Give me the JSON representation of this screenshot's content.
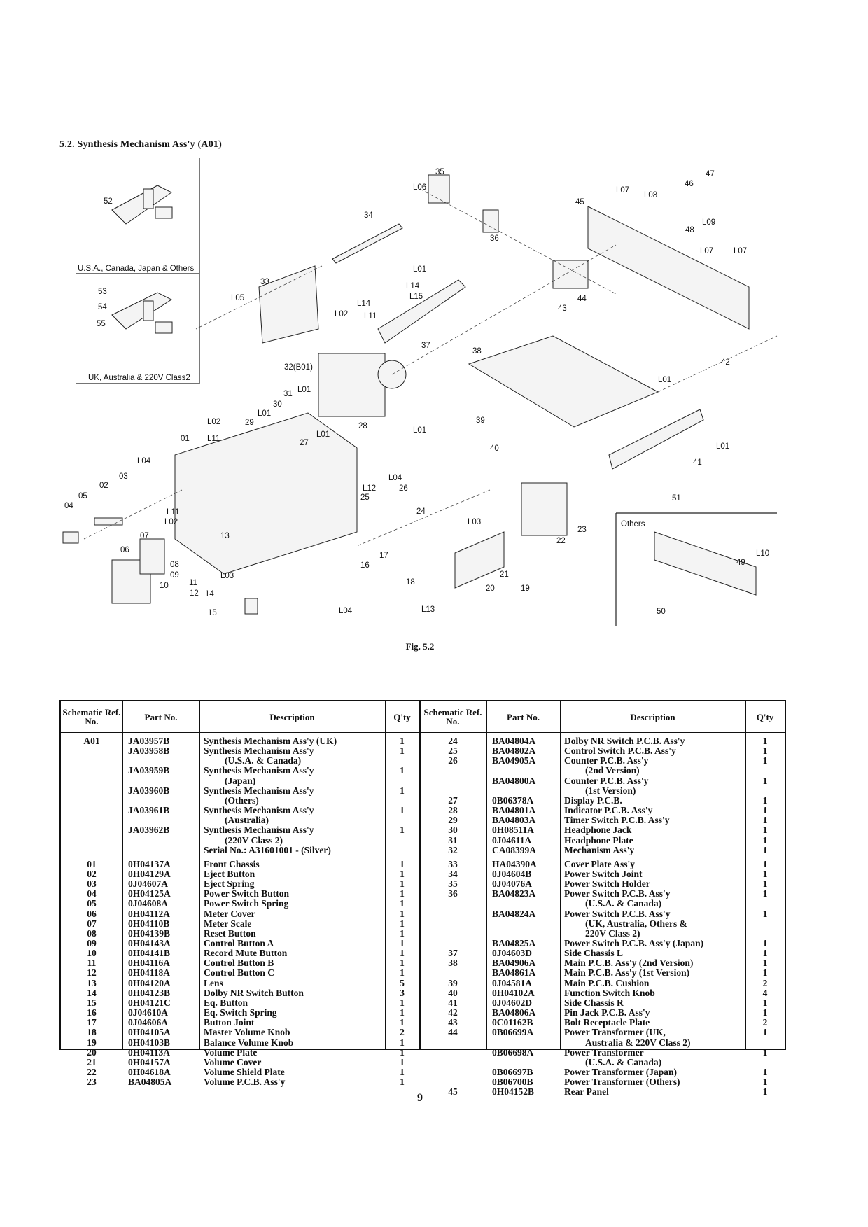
{
  "section_title": "5.2. Synthesis Mechanism Ass'y (A01)",
  "figure": {
    "caption": "Fig. 5.2",
    "inset_labels": [
      "U.S.A., Canada, Japan & Others",
      "UK, Australia & 220V Class2",
      "Others"
    ],
    "callouts": [
      "52",
      "53",
      "54",
      "55",
      "35",
      "L06",
      "34",
      "36",
      "47",
      "46",
      "L07",
      "L08",
      "45",
      "L09",
      "48",
      "L07",
      "L07",
      "33",
      "L05",
      "L01",
      "L14",
      "L15",
      "L14",
      "L02",
      "L11",
      "43",
      "44",
      "37",
      "38",
      "42",
      "32(B01)",
      "L01",
      "L01",
      "31",
      "30",
      "L01",
      "L02",
      "29",
      "28",
      "01",
      "L11",
      "L01",
      "27",
      "39",
      "L01",
      "40",
      "L04",
      "41",
      "L01",
      "03",
      "L04",
      "26",
      "L12",
      "25",
      "02",
      "05",
      "04",
      "51",
      "24",
      "L11",
      "L03",
      "23",
      "L02",
      "07",
      "13",
      "22",
      "06",
      "17",
      "16",
      "08",
      "09",
      "L03",
      "11",
      "10",
      "12",
      "14",
      "18",
      "21",
      "20",
      "19",
      "L04",
      "15",
      "L13",
      "49",
      "L10",
      "50"
    ]
  },
  "table": {
    "headers": {
      "ref": "Schematic Ref. No.",
      "part": "Part No.",
      "desc": "Description",
      "qty": "Q'ty"
    },
    "left": [
      {
        "ref": "A01",
        "part": "JA03957B",
        "desc": "Synthesis Mechanism Ass'y (UK)",
        "qty": "1"
      },
      {
        "ref": "",
        "part": "JA03958B",
        "desc": "Synthesis Mechanism Ass'y",
        "qty": "1"
      },
      {
        "ref": "",
        "part": "",
        "desc": "(U.S.A. & Canada)",
        "qty": "",
        "indent": true
      },
      {
        "ref": "",
        "part": "JA03959B",
        "desc": "Synthesis Mechanism Ass'y",
        "qty": "1"
      },
      {
        "ref": "",
        "part": "",
        "desc": "(Japan)",
        "qty": "",
        "indent": true
      },
      {
        "ref": "",
        "part": "JA03960B",
        "desc": "Synthesis Mechanism Ass'y",
        "qty": "1"
      },
      {
        "ref": "",
        "part": "",
        "desc": "(Others)",
        "qty": "",
        "indent": true
      },
      {
        "ref": "",
        "part": "JA03961B",
        "desc": "Synthesis Mechanism Ass'y",
        "qty": "1"
      },
      {
        "ref": "",
        "part": "",
        "desc": "(Australia)",
        "qty": "",
        "indent": true
      },
      {
        "ref": "",
        "part": "JA03962B",
        "desc": "Synthesis Mechanism Ass'y",
        "qty": "1"
      },
      {
        "ref": "",
        "part": "",
        "desc": "(220V Class 2)",
        "qty": "",
        "indent": true
      },
      {
        "ref": "",
        "part": "",
        "desc": "Serial No.: A31601001 - (Silver)",
        "qty": ""
      },
      {
        "ref": "01",
        "part": "0H04137A",
        "desc": "Front Chassis",
        "qty": "1"
      },
      {
        "ref": "02",
        "part": "0H04129A",
        "desc": "Eject Button",
        "qty": "1"
      },
      {
        "ref": "03",
        "part": "0J04607A",
        "desc": "Eject Spring",
        "qty": "1"
      },
      {
        "ref": "04",
        "part": "0H04125A",
        "desc": "Power Switch Button",
        "qty": "1"
      },
      {
        "ref": "05",
        "part": "0J04608A",
        "desc": "Power Switch Spring",
        "qty": "1"
      },
      {
        "ref": "06",
        "part": "0H04112A",
        "desc": "Meter Cover",
        "qty": "1"
      },
      {
        "ref": "07",
        "part": "0H04110B",
        "desc": "Meter Scale",
        "qty": "1"
      },
      {
        "ref": "08",
        "part": "0H04139B",
        "desc": "Reset Button",
        "qty": "1"
      },
      {
        "ref": "09",
        "part": "0H04143A",
        "desc": "Control Button A",
        "qty": "1"
      },
      {
        "ref": "10",
        "part": "0H04141B",
        "desc": "Record Mute Button",
        "qty": "1"
      },
      {
        "ref": "11",
        "part": "0H04116A",
        "desc": "Control Button B",
        "qty": "1"
      },
      {
        "ref": "12",
        "part": "0H04118A",
        "desc": "Control Button C",
        "qty": "1"
      },
      {
        "ref": "13",
        "part": "0H04120A",
        "desc": "Lens",
        "qty": "5"
      },
      {
        "ref": "14",
        "part": "0H04123B",
        "desc": "Dolby NR Switch Button",
        "qty": "3"
      },
      {
        "ref": "15",
        "part": "0H04121C",
        "desc": "Eq. Button",
        "qty": "1"
      },
      {
        "ref": "16",
        "part": "0J04610A",
        "desc": "Eq. Switch Spring",
        "qty": "1"
      },
      {
        "ref": "17",
        "part": "0J04606A",
        "desc": "Button Joint",
        "qty": "1"
      },
      {
        "ref": "18",
        "part": "0H04105A",
        "desc": "Master Volume Knob",
        "qty": "2"
      },
      {
        "ref": "19",
        "part": "0H04103B",
        "desc": "Balance Volume Knob",
        "qty": "1"
      },
      {
        "ref": "20",
        "part": "0H04113A",
        "desc": "Volume Plate",
        "qty": "1"
      },
      {
        "ref": "21",
        "part": "0H04157A",
        "desc": "Volume Cover",
        "qty": "1"
      },
      {
        "ref": "22",
        "part": "0H04618A",
        "desc": "Volume Shield Plate",
        "qty": "1"
      },
      {
        "ref": "23",
        "part": "BA04805A",
        "desc": "Volume P.C.B. Ass'y",
        "qty": "1"
      }
    ],
    "right": [
      {
        "ref": "24",
        "part": "BA04804A",
        "desc": "Dolby NR Switch P.C.B. Ass'y",
        "qty": "1"
      },
      {
        "ref": "25",
        "part": "BA04802A",
        "desc": "Control Switch P.C.B. Ass'y",
        "qty": "1"
      },
      {
        "ref": "26",
        "part": "BA04905A",
        "desc": "Counter P.C.B. Ass'y",
        "qty": "1"
      },
      {
        "ref": "",
        "part": "",
        "desc": "(2nd Version)",
        "qty": "",
        "indent": true
      },
      {
        "ref": "",
        "part": "BA04800A",
        "desc": "Counter P.C.B. Ass'y",
        "qty": "1"
      },
      {
        "ref": "",
        "part": "",
        "desc": "(1st Version)",
        "qty": "",
        "indent": true
      },
      {
        "ref": "27",
        "part": "0B06378A",
        "desc": "Display P.C.B.",
        "qty": "1"
      },
      {
        "ref": "28",
        "part": "BA04801A",
        "desc": "Indicator P.C.B. Ass'y",
        "qty": "1"
      },
      {
        "ref": "29",
        "part": "BA04803A",
        "desc": "Timer Switch P.C.B. Ass'y",
        "qty": "1"
      },
      {
        "ref": "30",
        "part": "0H08511A",
        "desc": "Headphone Jack",
        "qty": "1"
      },
      {
        "ref": "31",
        "part": "0J04611A",
        "desc": "Headphone Plate",
        "qty": "1"
      },
      {
        "ref": "32",
        "part": "CA08399A",
        "desc": "Mechanism Ass'y",
        "qty": "1"
      },
      {
        "ref": "33",
        "part": "HA04390A",
        "desc": "Cover Plate Ass'y",
        "qty": "1"
      },
      {
        "ref": "34",
        "part": "0J04604B",
        "desc": "Power Switch Joint",
        "qty": "1"
      },
      {
        "ref": "35",
        "part": "0J04076A",
        "desc": "Power Switch Holder",
        "qty": "1"
      },
      {
        "ref": "36",
        "part": "BA04823A",
        "desc": "Power Switch P.C.B. Ass'y",
        "qty": "1"
      },
      {
        "ref": "",
        "part": "",
        "desc": "(U.S.A. & Canada)",
        "qty": "",
        "indent": true
      },
      {
        "ref": "",
        "part": "BA04824A",
        "desc": "Power Switch P.C.B. Ass'y",
        "qty": "1"
      },
      {
        "ref": "",
        "part": "",
        "desc": "(UK, Australia, Others &",
        "qty": "",
        "indent": true
      },
      {
        "ref": "",
        "part": "",
        "desc": "220V Class 2)",
        "qty": "",
        "indent": true
      },
      {
        "ref": "",
        "part": "BA04825A",
        "desc": "Power Switch P.C.B. Ass'y (Japan)",
        "qty": "1"
      },
      {
        "ref": "37",
        "part": "0J04603D",
        "desc": "Side Chassis L",
        "qty": "1"
      },
      {
        "ref": "38",
        "part": "BA04906A",
        "desc": "Main P.C.B. Ass'y (2nd Version)",
        "qty": "1"
      },
      {
        "ref": "",
        "part": "BA04861A",
        "desc": "Main P.C.B. Ass'y (1st Version)",
        "qty": "1"
      },
      {
        "ref": "39",
        "part": "0J04581A",
        "desc": "Main P.C.B. Cushion",
        "qty": "2"
      },
      {
        "ref": "40",
        "part": "0H04102A",
        "desc": "Function Switch Knob",
        "qty": "4"
      },
      {
        "ref": "41",
        "part": "0J04602D",
        "desc": "Side Chassis R",
        "qty": "1"
      },
      {
        "ref": "42",
        "part": "BA04806A",
        "desc": "Pin Jack P.C.B. Ass'y",
        "qty": "1"
      },
      {
        "ref": "43",
        "part": "0C01162B",
        "desc": "Bolt Receptacle Plate",
        "qty": "2"
      },
      {
        "ref": "44",
        "part": "0B06699A",
        "desc": "Power Transformer (UK,",
        "qty": "1"
      },
      {
        "ref": "",
        "part": "",
        "desc": "Australia & 220V Class 2)",
        "qty": "",
        "indent": true
      },
      {
        "ref": "",
        "part": "0B06698A",
        "desc": "Power Transformer",
        "qty": "1"
      },
      {
        "ref": "",
        "part": "",
        "desc": "(U.S.A. & Canada)",
        "qty": "",
        "indent": true
      },
      {
        "ref": "",
        "part": "0B06697B",
        "desc": "Power Transformer (Japan)",
        "qty": "1"
      },
      {
        "ref": "",
        "part": "0B06700B",
        "desc": "Power Transformer (Others)",
        "qty": "1"
      },
      {
        "ref": "45",
        "part": "0H04152B",
        "desc": "Rear Panel",
        "qty": "1"
      }
    ]
  },
  "page_number": "9"
}
